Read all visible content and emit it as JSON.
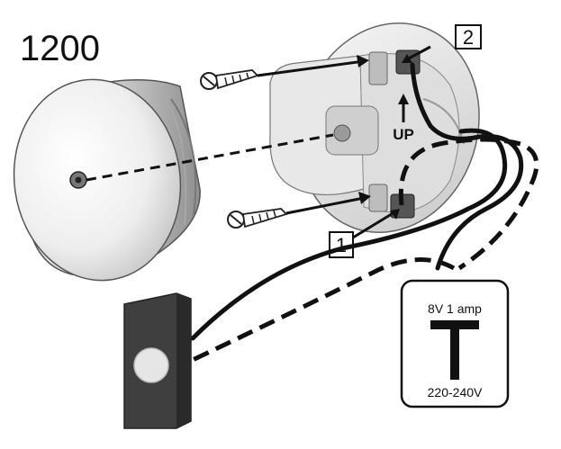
{
  "model_number": "1200",
  "callouts": {
    "one": "1",
    "two": "2"
  },
  "direction_label": "UP",
  "transformer": {
    "output_rating": "8V 1 amp",
    "input_voltage": "220-240V"
  }
}
